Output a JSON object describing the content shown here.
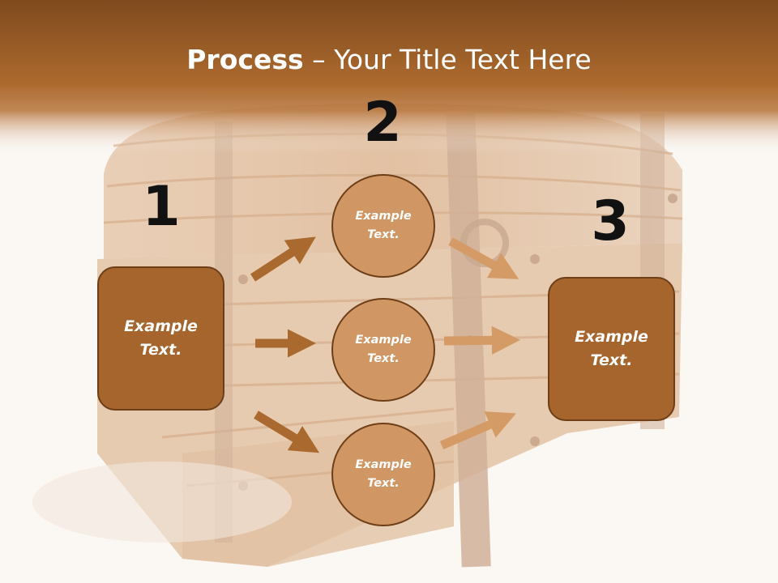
{
  "title": {
    "bold": "Process",
    "rest": " – Your Title Text Here"
  },
  "steps": [
    {
      "number": "1",
      "text": "Example Text."
    },
    {
      "number": "2",
      "items": [
        "Example Text.",
        "Example Text.",
        "Example Text."
      ]
    },
    {
      "number": "3",
      "text": "Example Text."
    }
  ],
  "colors": {
    "header": "#a8652a",
    "box_fill": "#a5652c",
    "circle_fill": "#d09663",
    "outline": "#6e3e17",
    "arrow": "#a9692f"
  },
  "background": "wooden treasure chest photo (faded)"
}
